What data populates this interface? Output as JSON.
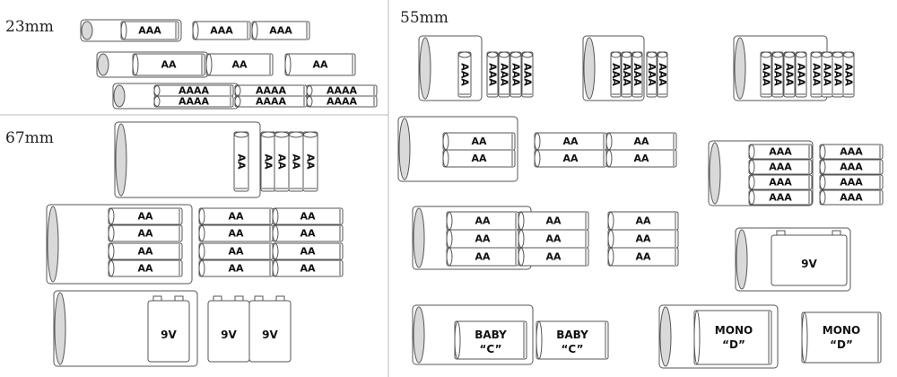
{
  "sections": {
    "s23": "23mm",
    "s67": "67mm",
    "s55": "55mm"
  },
  "labels": {
    "aaa": "AAA",
    "aa": "AA",
    "aaaa": "AAAA",
    "nine_v": "9V",
    "baby": "BABY",
    "c": "“C”",
    "mono": "MONO",
    "d": "“D”"
  },
  "colors": {
    "stroke": "#555555",
    "tube_end": "#d9d9d9",
    "divider": "#bbbbbb"
  }
}
